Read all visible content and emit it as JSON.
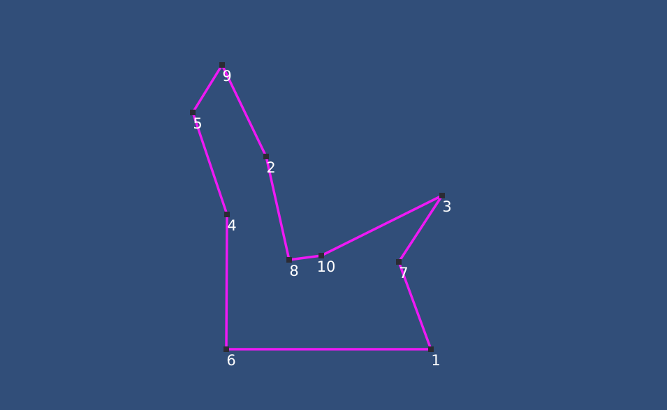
{
  "colors": {
    "background": "#314e79",
    "edge": "#ee19f4",
    "handle": "#2b2b33",
    "label": "#ffffff"
  },
  "vertices": [
    {
      "id": "1",
      "label": "1"
    },
    {
      "id": "2",
      "label": "2"
    },
    {
      "id": "3",
      "label": "3"
    },
    {
      "id": "4",
      "label": "4"
    },
    {
      "id": "5",
      "label": "5"
    },
    {
      "id": "6",
      "label": "6"
    },
    {
      "id": "7",
      "label": "7"
    },
    {
      "id": "8",
      "label": "8"
    },
    {
      "id": "9",
      "label": "9"
    },
    {
      "id": "10",
      "label": "10"
    }
  ],
  "edges": [
    [
      "6",
      "1"
    ],
    [
      "1",
      "7"
    ],
    [
      "7",
      "3"
    ],
    [
      "3",
      "10"
    ],
    [
      "10",
      "8"
    ],
    [
      "8",
      "2"
    ],
    [
      "2",
      "9"
    ],
    [
      "9",
      "5"
    ],
    [
      "5",
      "4"
    ],
    [
      "4",
      "6"
    ]
  ]
}
